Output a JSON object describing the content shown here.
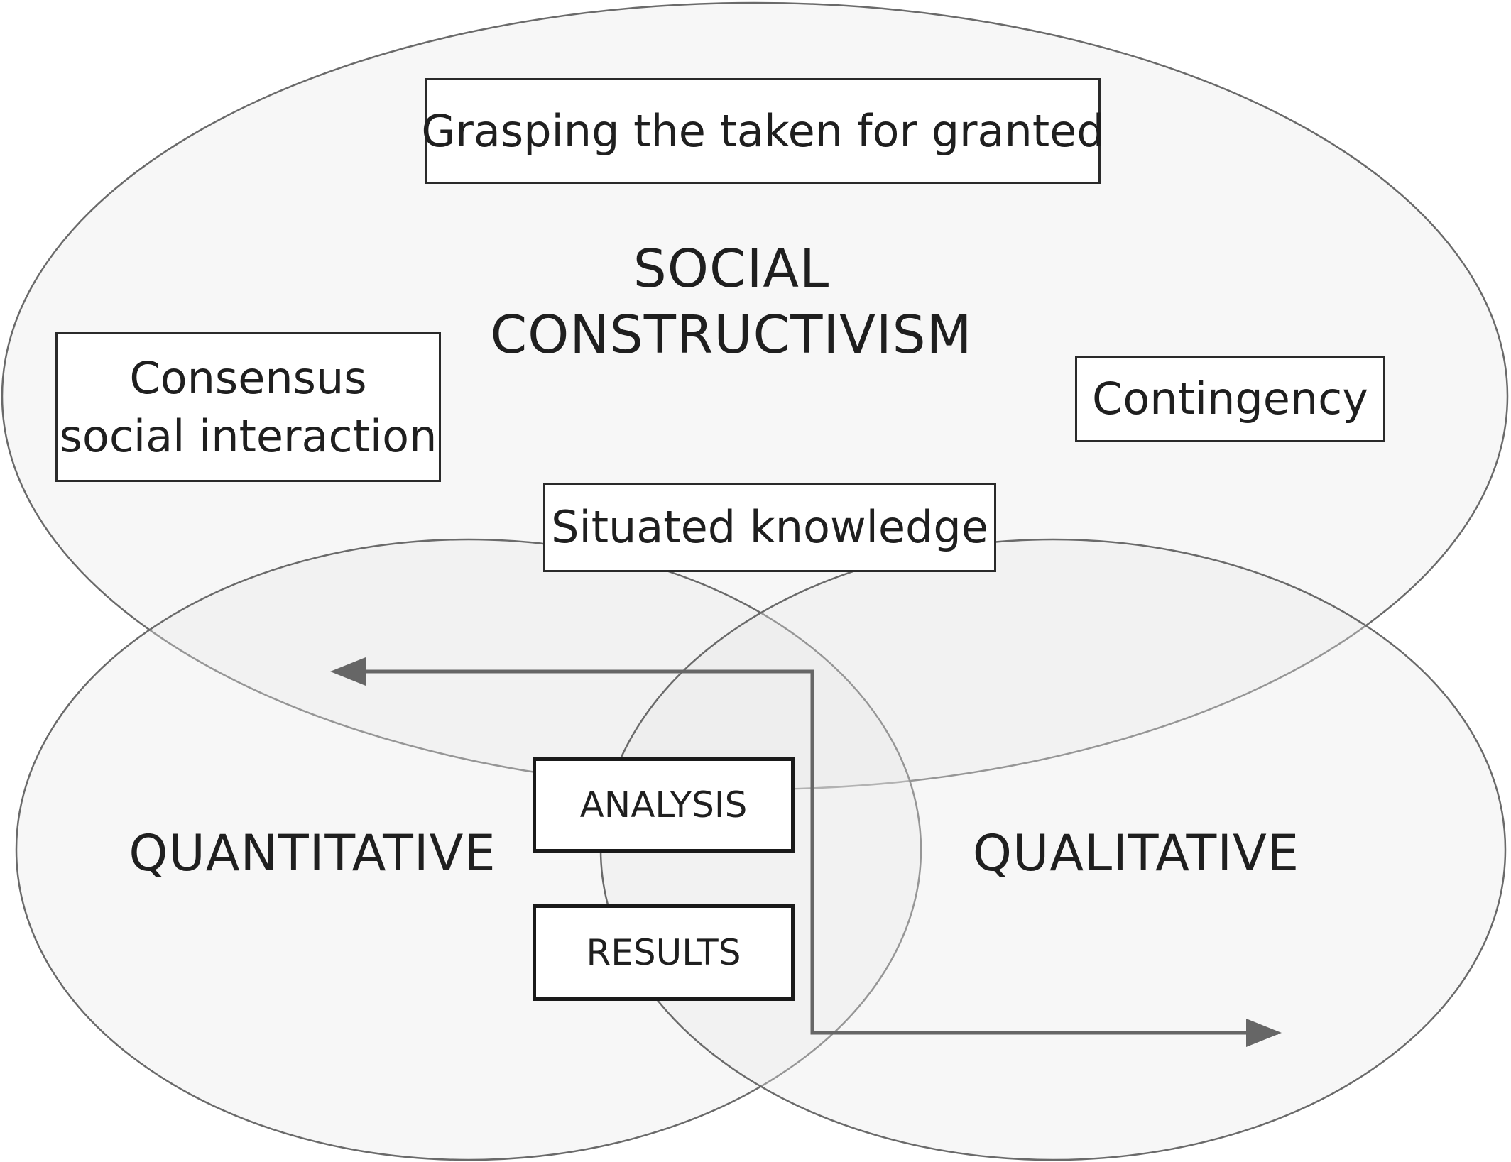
{
  "regions": {
    "social": {
      "title_line1": "SOCIAL",
      "title_line2": "CONSTRUCTIVISM"
    },
    "quantitative": {
      "title": "QUANTITATIVE"
    },
    "qualitative": {
      "title": "QUALITATIVE"
    }
  },
  "boxes": {
    "grasping": "Grasping the taken for granted",
    "consensus_line1": "Consensus",
    "consensus_line2": "social interaction",
    "contingency": "Contingency",
    "situated": "Situated knowledge",
    "analysis": "ANALYSIS",
    "results": "RESULTS"
  },
  "colors": {
    "ellipse_fill": "#f8f8f8",
    "ellipse_stroke": "#6a6a6a",
    "arrow": "#666666",
    "box_border": "#2a2a2a",
    "text": "#1f1f1f"
  }
}
